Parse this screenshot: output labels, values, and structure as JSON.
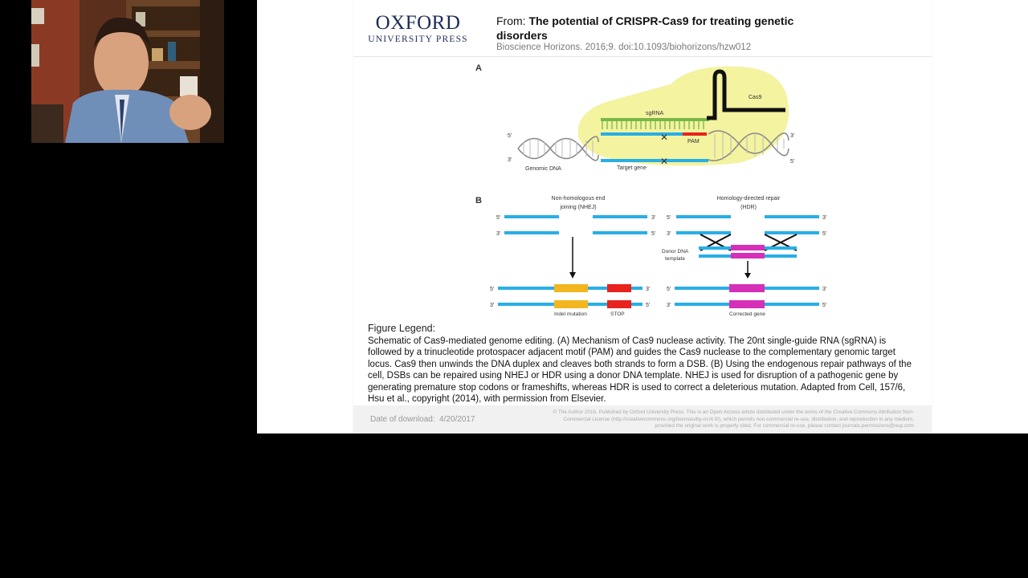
{
  "header": {
    "publisher_logo": "OXFORD UNIVERSITY PRESS",
    "from_label": "From:",
    "article_title": "The potential of CRISPR-Cas9 for treating genetic disorders",
    "citation": "Bioscience Horizons. 2016;9. doi:10.1093/biohorizons/hzw012"
  },
  "figure": {
    "panel_a_label": "A",
    "panel_b_label": "B",
    "panel_a": {
      "sgrna": "sgRNA",
      "cas9": "Cas9",
      "pam": "PAM",
      "genomic_dna": "Genomic DNA",
      "target_gene": "Target gene",
      "five_prime": "5'",
      "three_prime": "3'"
    },
    "panel_b": {
      "nhej_title_1": "Non-homologous end",
      "nhej_title_2": "joining (NHEJ)",
      "hdr_title_1": "Homology-directed repair",
      "hdr_title_2": "(HDR)",
      "donor_label_1": "Donor DNA",
      "donor_label_2": "template",
      "indel": "Indel mutation",
      "stop": "STOP",
      "corrected": "Corrected gene"
    },
    "colors": {
      "dna_strand": "#29aee6",
      "sgrna": "#7ab648",
      "pam": "#e8231d",
      "cas9_bg": "#f3f3a0",
      "indel": "#f2b61f",
      "stop": "#e8231d",
      "donor": "#d62fb8"
    }
  },
  "legend": {
    "title": "Figure Legend:",
    "text": "Schematic of Cas9-mediated genome editing. (A) Mechanism of Cas9 nuclease activity. The 20nt single-guide RNA (sgRNA) is followed by a trinucleotide protospacer adjacent motif (PAM) and guides the Cas9 nuclease to the complementary genomic target locus. Cas9 then unwinds the DNA duplex and cleaves both strands to form a DSB. (B) Using the endogenous repair pathways of the cell, DSBs can be repaired using NHEJ or HDR using a donor DNA template. NHEJ is used for disruption of a pathogenic gene by generating premature stop codons or frameshifts, whereas HDR is used to correct a deleterious mutation. Adapted from Cell, 157/6, Hsu et al., copyright (2014), with permission from Elsevier."
  },
  "footer": {
    "download_label": "Date of download:",
    "download_date": "4/20/2017",
    "copyright": "© The Author 2016. Published by Oxford University Press. This is an Open Access article distributed under the terms of the Creative Commons Attribution Non-Commercial License (http://creativecommons.org/licenses/by-nc/4.0/), which permits non-commercial re-use, distribution, and reproduction in any medium, provided the original work is properly cited. For commercial re-use, please contact journals.permissions@oup.com"
  }
}
